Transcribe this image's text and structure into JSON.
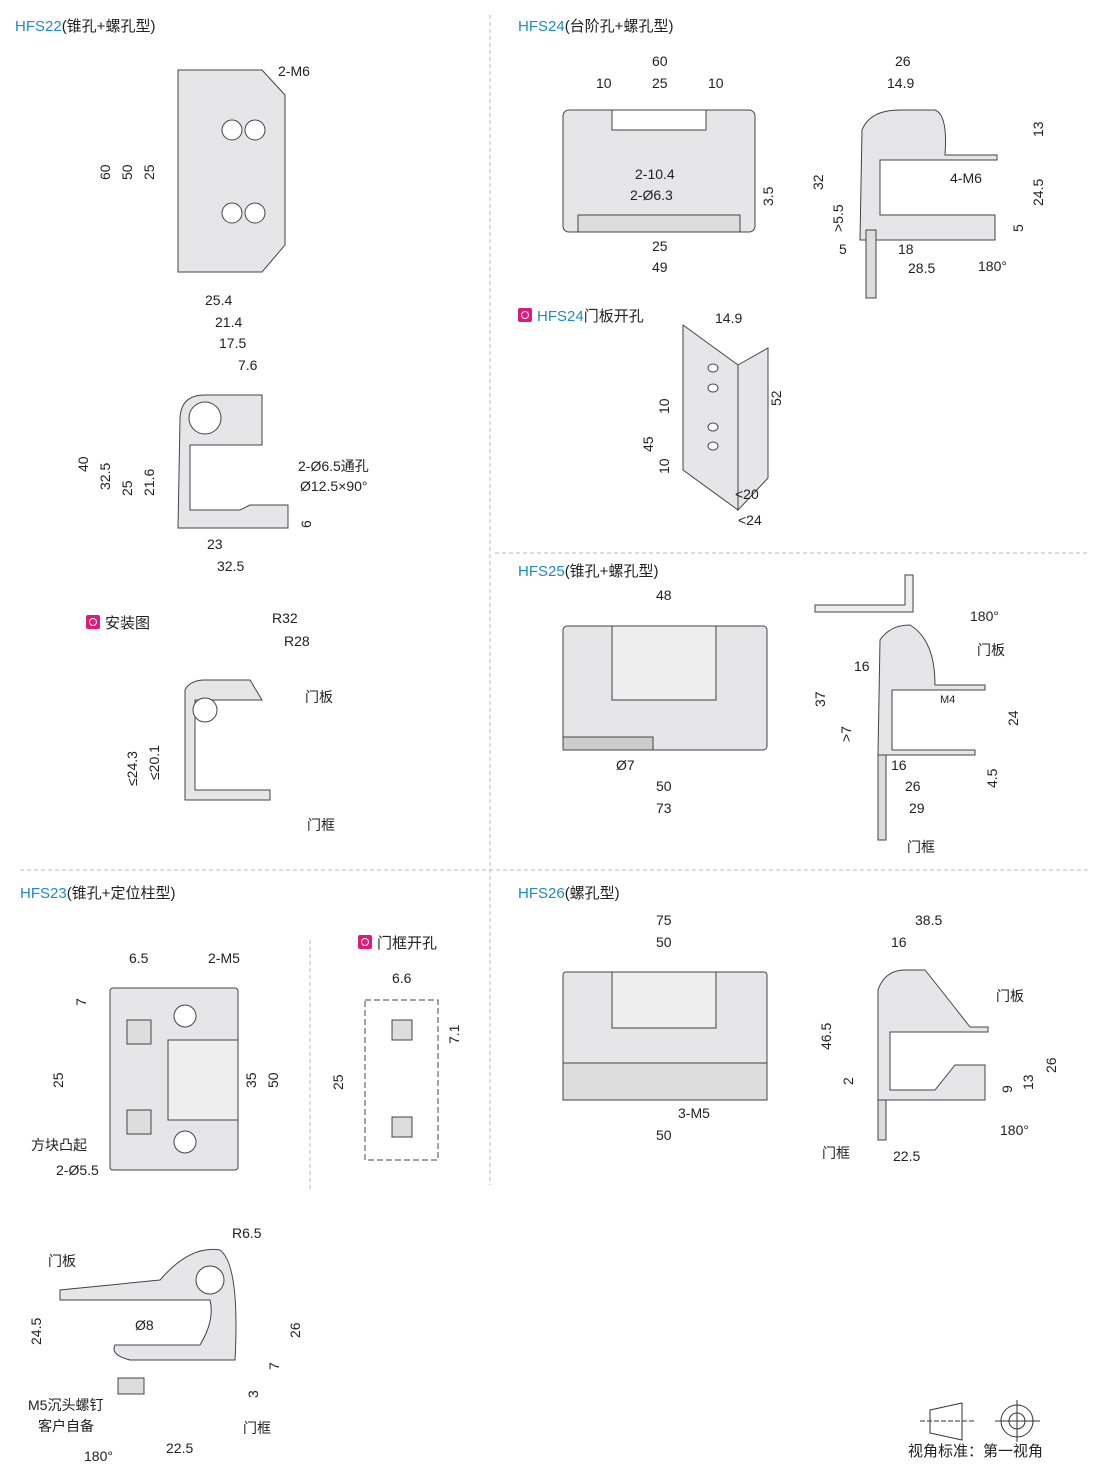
{
  "colors": {
    "accent": "#1e8bc3",
    "marker": "#e0197d",
    "part_fill": "#e6e6e8",
    "line": "#333333"
  },
  "hfs22": {
    "code": "HFS22",
    "suffix": "(锥孔+螺孔型)",
    "labels": [
      "2-M6",
      "60",
      "50",
      "25",
      "25.4",
      "21.4",
      "17.5",
      "7.6",
      "40",
      "32.5",
      "25",
      "21.6",
      "2-Ø6.5通孔",
      "Ø12.5×90°",
      "6",
      "23",
      "32.5"
    ],
    "install": {
      "title": "安装图",
      "labels": [
        "R32",
        "R28",
        "门板",
        "≤24.3",
        "≤20.1",
        "门框"
      ]
    }
  },
  "hfs24": {
    "code": "HFS24",
    "suffix": "(台阶孔+螺孔型)",
    "labels": [
      "60",
      "10",
      "25",
      "10",
      "2-10.4",
      "2-Ø6.3",
      "3.5",
      "25",
      "49",
      "26",
      "14.9",
      "13",
      "32",
      "4-M6",
      "24.5",
      ">5.5",
      "5",
      "5",
      "18",
      "28.5",
      "180°"
    ],
    "door_hole": {
      "code": "HFS24",
      "title": "门板开孔",
      "labels": [
        "14.9",
        "10",
        "45",
        "10",
        "52",
        "<20",
        "<24"
      ]
    }
  },
  "hfs25": {
    "code": "HFS25",
    "suffix": "(锥孔+螺孔型)",
    "labels": [
      "48",
      "180°",
      "门板",
      "16",
      "M4",
      "37",
      ">7",
      "24",
      "Ø7",
      "16",
      "50",
      "26",
      "4.5",
      "73",
      "29",
      "门框"
    ]
  },
  "hfs23": {
    "code": "HFS23",
    "suffix": "(锥孔+定位柱型)",
    "labels": [
      "6.5",
      "2-M5",
      "7",
      "25",
      "35",
      "50",
      "方块凸起",
      "2-Ø5.5"
    ],
    "frame_hole": {
      "title": "门框开孔",
      "labels": [
        "6.6",
        "7.1",
        "25"
      ]
    },
    "side_labels": [
      "R6.5",
      "门板",
      "24.5",
      "Ø8",
      "26",
      "7",
      "3",
      "M5沉头螺钉",
      "客户自备",
      "门框",
      "22.5",
      "180°"
    ]
  },
  "hfs26": {
    "code": "HFS26",
    "suffix": "(螺孔型)",
    "labels": [
      "75",
      "38.5",
      "50",
      "16",
      "门板",
      "46.5",
      "26",
      "2",
      "9",
      "13",
      "3-M5",
      "50",
      "180°",
      "门框",
      "22.5"
    ]
  },
  "footer": {
    "projection": "视角标准：第一视角"
  }
}
